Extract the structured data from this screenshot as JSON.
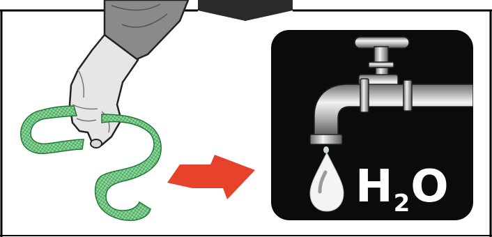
{
  "formula": {
    "h": "H",
    "sub": "2",
    "o": "O"
  },
  "icons": [
    "gloved-hand-icon",
    "mesh-ribbon-icon",
    "arrow-right-icon",
    "water-tap-icon",
    "water-drop-icon"
  ],
  "colors": {
    "frame": "#000000",
    "mesh": "#2e9e4a",
    "arrow": "#e8412c",
    "sign_background": "#0b0b0b",
    "glove": "#8a8a8a",
    "hand": "#e4e4e4"
  }
}
